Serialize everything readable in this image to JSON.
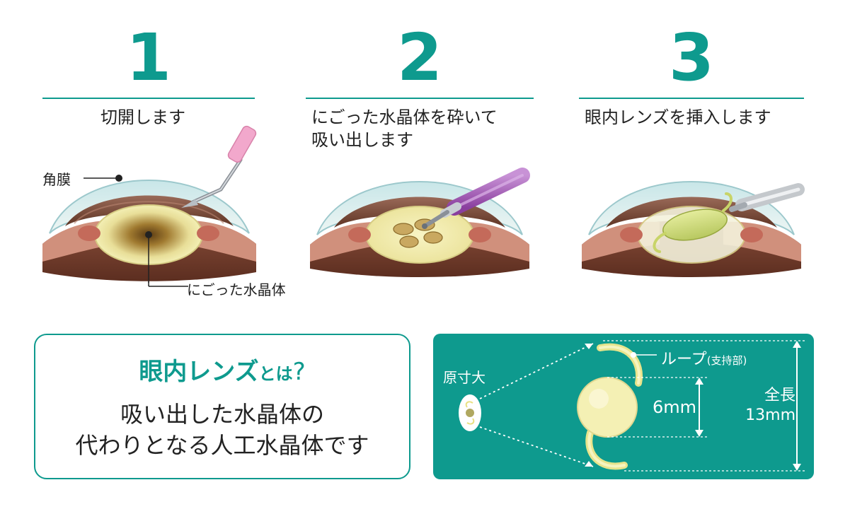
{
  "steps": [
    {
      "number": "1",
      "title_lines": [
        "切開します"
      ]
    },
    {
      "number": "2",
      "title_lines": [
        "にごった水晶体を砕いて",
        "吸い出します"
      ]
    },
    {
      "number": "3",
      "title_lines": [
        "眼内レンズを挿入します"
      ]
    }
  ],
  "eye_labels": {
    "cornea": "角膜",
    "cloudy_lens": "にごった水晶体"
  },
  "info_box": {
    "title_main": "眼内レンズ",
    "title_particle": "とは",
    "title_mark": "?",
    "body_lines": [
      "吸い出した水晶体の",
      "代わりとなる人工水晶体です"
    ]
  },
  "lens_diagram": {
    "actual_size_label": "原寸大",
    "loop_label": "ループ",
    "loop_sub_label": "(支持部)",
    "optic_diameter": "6mm",
    "total_length_label": "全長",
    "total_length_value": "13mm"
  },
  "colors": {
    "teal": "#0e9a8e",
    "lens_yellow": "#eeeaa0",
    "iris_brown": "#7a4a3a",
    "tissue": "#c98070",
    "instrument_purple": "#a05ab4",
    "pink": "#f0a8c8"
  },
  "icons": [
    "scalpel-icon",
    "phaco-probe-icon",
    "injector-icon"
  ]
}
